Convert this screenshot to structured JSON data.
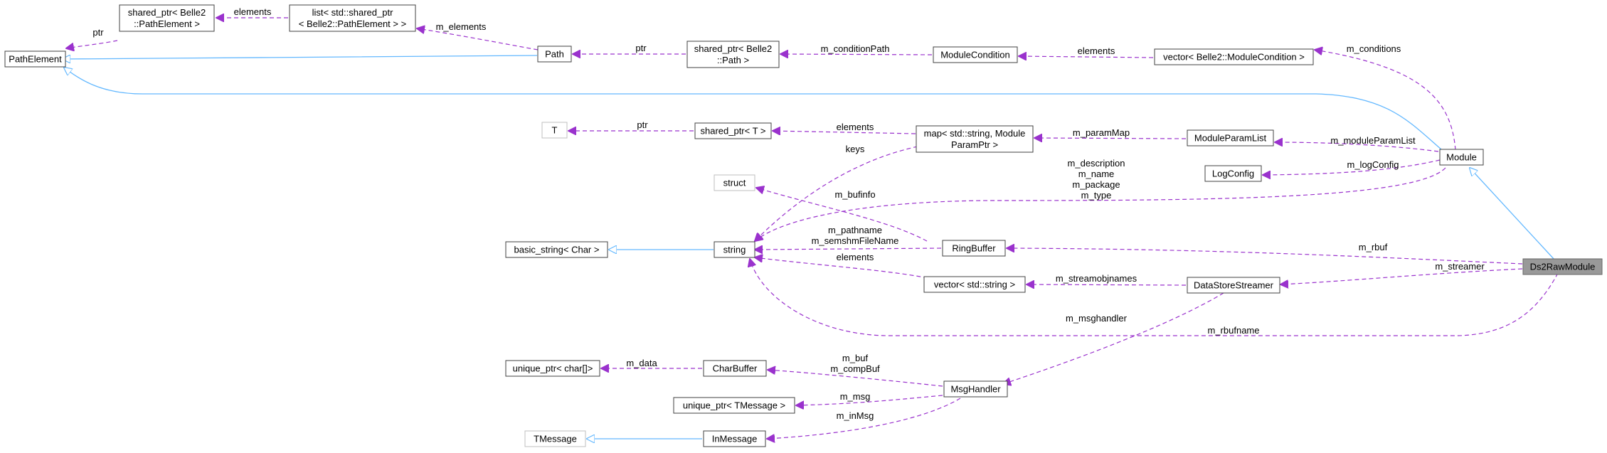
{
  "colors": {
    "inheritance_edge": "#63b8ff",
    "usage_edge": "#9a32cd",
    "node_border": "#404040",
    "external_node_border": "#bfbfbf",
    "current_node_fill": "#999999"
  },
  "nodes": {
    "path_element": "PathElement",
    "shared_ptr_pathelement": [
      "shared_ptr< Belle2",
      "::PathElement >"
    ],
    "list_shared_ptr": [
      "list< std::shared_ptr",
      "< Belle2::PathElement > >"
    ],
    "path": "Path",
    "shared_ptr_path": [
      "shared_ptr< Belle2",
      "::Path >"
    ],
    "module_condition": "ModuleCondition",
    "vector_module_condition": "vector< Belle2::ModuleCondition >",
    "t": "T",
    "shared_ptr_t": "shared_ptr< T >",
    "map_param": [
      "map< std::string, Module",
      "ParamPtr >"
    ],
    "module_param_list": "ModuleParamList",
    "log_config": "LogConfig",
    "module": "Module",
    "struct": "struct",
    "basic_string": "basic_string< Char >",
    "string": "string",
    "ring_buffer": "RingBuffer",
    "vector_string": "vector< std::string >",
    "data_store_streamer": "DataStoreStreamer",
    "ds2raw_module": "Ds2RawModule",
    "unique_ptr_char": "unique_ptr< char[]>",
    "char_buffer": "CharBuffer",
    "msg_handler": "MsgHandler",
    "unique_ptr_tmessage": "unique_ptr< TMessage >",
    "tmessage": "TMessage",
    "in_message": "InMessage"
  },
  "edge_labels": {
    "ptr_pathelement": "ptr",
    "elements_list": "elements",
    "m_elements": "m_elements",
    "ptr_path": "ptr",
    "m_condition_path": "m_conditionPath",
    "elements_condition": "elements",
    "m_conditions": "m_conditions",
    "ptr_t": "ptr",
    "elements_map": "elements",
    "m_param_map": "m_paramMap",
    "m_module_param_list": "m_moduleParamList",
    "keys": "keys",
    "m_log_config": "m_logConfig",
    "module_strings": [
      "m_description",
      "m_name",
      "m_package",
      "m_type"
    ],
    "m_bufinfo": "m_bufinfo",
    "ring_strings": [
      "m_pathname",
      "m_semshmFileName"
    ],
    "elements_vector": "elements",
    "m_rbuf": "m_rbuf",
    "m_streamobjnames": "m_streamobjnames",
    "m_streamer": "m_streamer",
    "m_msghandler": "m_msghandler",
    "m_rbufname": "m_rbufname",
    "m_data": "m_data",
    "char_buffers": [
      "m_buf",
      "m_compBuf"
    ],
    "m_msg": "m_msg",
    "m_in_msg": "m_inMsg"
  }
}
